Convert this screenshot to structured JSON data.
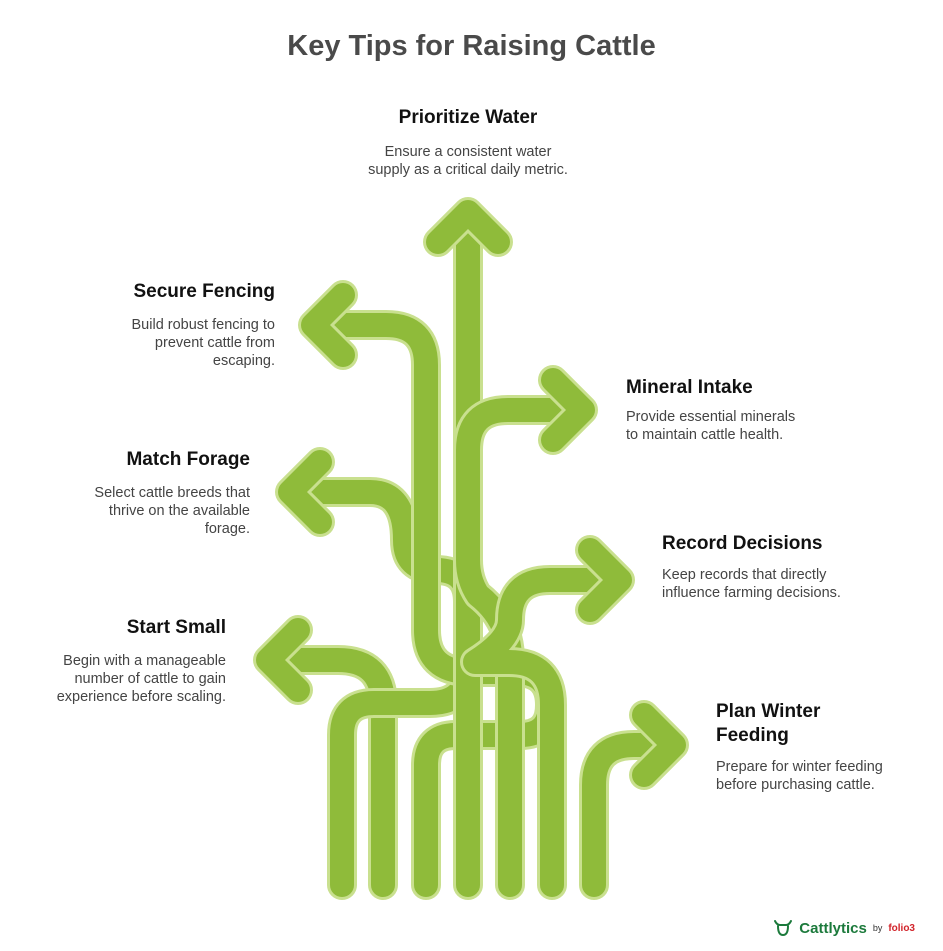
{
  "title": "Key Tips for Raising Cattle",
  "colors": {
    "arrow_fill": "#8fbb3a",
    "arrow_outline": "#c9e08f",
    "title": "#4a4a4a",
    "brand": "#1c7a3c"
  },
  "tips": [
    {
      "heading": "Prioritize Water",
      "description": "Ensure a consistent water supply as a critical daily metric."
    },
    {
      "heading": "Secure Fencing",
      "description": "Build robust fencing to prevent cattle from escaping."
    },
    {
      "heading": "Mineral Intake",
      "description": "Provide essential minerals to maintain cattle health."
    },
    {
      "heading": "Match Forage",
      "description": "Select cattle breeds that thrive on the available forage."
    },
    {
      "heading": "Record Decisions",
      "description": "Keep records that directly influence farming decisions."
    },
    {
      "heading": "Start Small",
      "description": "Begin with a manageable number of cattle to gain experience before scaling."
    },
    {
      "heading": "Plan Winter Feeding",
      "description": "Prepare for winter feeding before purchasing cattle."
    }
  ],
  "brand": {
    "name": "Cattlytics",
    "by": "by",
    "partner": "folio3",
    "icon": "cattle-head-icon"
  }
}
